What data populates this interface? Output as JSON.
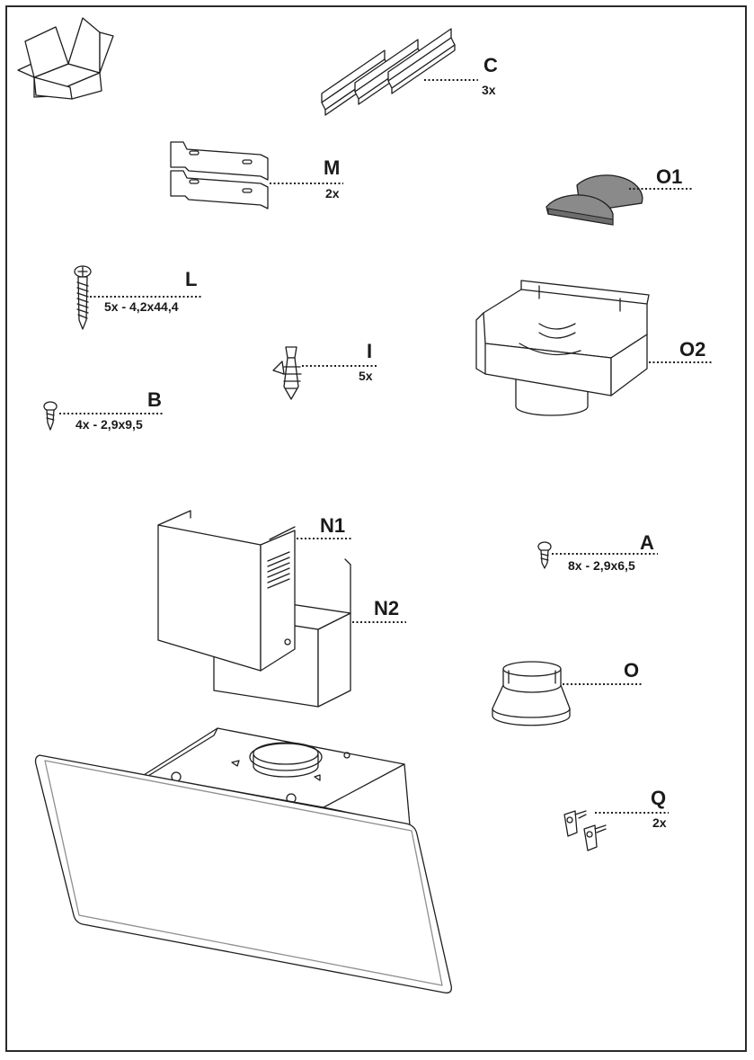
{
  "parts": [
    {
      "id": "C",
      "label": "C",
      "qty": "3x"
    },
    {
      "id": "M",
      "label": "M",
      "qty": "2x"
    },
    {
      "id": "O1",
      "label": "O1",
      "qty": ""
    },
    {
      "id": "L",
      "label": "L",
      "qty": "5x - 4,2x44,4"
    },
    {
      "id": "O2",
      "label": "O2",
      "qty": ""
    },
    {
      "id": "I",
      "label": "I",
      "qty": "5x"
    },
    {
      "id": "B",
      "label": "B",
      "qty": "4x - 2,9x9,5"
    },
    {
      "id": "N1",
      "label": "N1",
      "qty": ""
    },
    {
      "id": "A",
      "label": "A",
      "qty": "8x - 2,9x6,5"
    },
    {
      "id": "N2",
      "label": "N2",
      "qty": ""
    },
    {
      "id": "O",
      "label": "O",
      "qty": ""
    },
    {
      "id": "Q",
      "label": "Q",
      "qty": "2x"
    }
  ],
  "icons": [
    "open-box-icon"
  ],
  "colors": {
    "line": "#1f1f1f",
    "shade": "#8a8a8a",
    "shade_dark": "#6d6d6d"
  }
}
